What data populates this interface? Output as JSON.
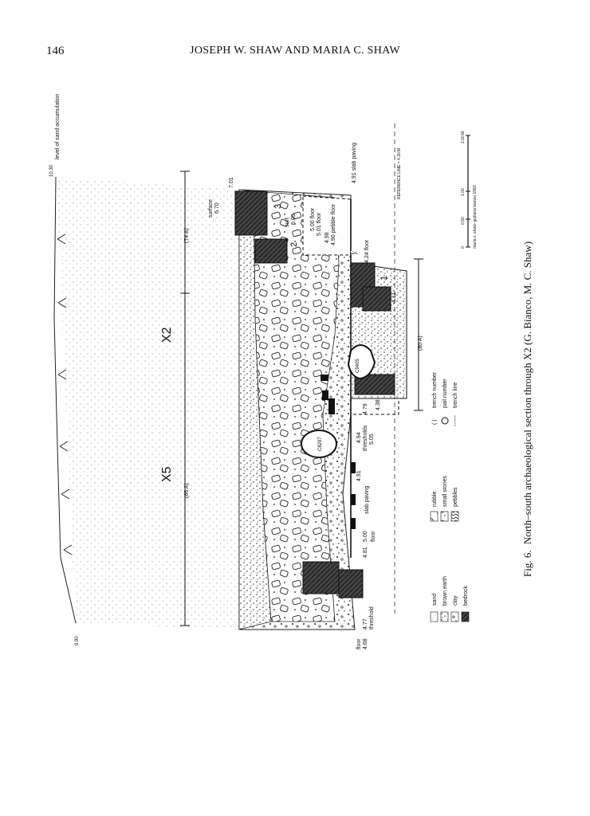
{
  "header": {
    "page_number": "146",
    "running_head": "JOSEPH W. SHAW AND MARIA C. SHAW"
  },
  "figure": {
    "caption_label": "Fig. 6.",
    "caption_text": "North–south archaeological section through X2 (G. Bianco, M. C. Shaw)",
    "area_labels": {
      "x2": "X2",
      "x5": "X5"
    },
    "dims": {
      "d74": "(74 A)",
      "d66": "(66 A)",
      "d80": "(80 A)"
    },
    "sand_level": {
      "top_value": "10.30",
      "top_text": "level of sand accumulation",
      "bottom_value": "9.90"
    },
    "annotations": {
      "slab_paving_top": "4.91 slab paving",
      "surface": "surface",
      "surface_val": "6.70",
      "surface_top": "7.01",
      "surf": "surf.",
      "surf_val": "6.05",
      "floor_a": "5.00 floor",
      "floor_b": "5.01 floor",
      "val_498": "4.98",
      "pebble_floor": "4.90 pebble floor",
      "floor_424": "4.24 floor",
      "val_411": "4.11",
      "val_479": "4.79",
      "val_438": "4.38",
      "thresholds": "thresholds",
      "val_494": "4.94",
      "val_505": "5.05",
      "val_491": "4.91",
      "slab_paving": "slab paving",
      "val_500": "5.00",
      "floor_word": "floor",
      "val_481": "4.81",
      "threshold": "threshold",
      "val_477": "4.77",
      "floor_bottom": "floor",
      "val_468": "4.68",
      "c9405": "C9405",
      "c8297": "C8297",
      "trench_1": "1",
      "trench_2": "2",
      "trench_3": "3",
      "reference_line": "REFERENCE LINE = 4.30 M"
    },
    "legend": {
      "col1": [
        "sand",
        "brown earth",
        "clay",
        "bedrock"
      ],
      "col2": [
        "rubble",
        "small stones",
        "pebbles"
      ],
      "col3": [
        "trench number",
        "pail number",
        "trench line"
      ],
      "col3_symbols": [
        "( )",
        "○",
        "------"
      ]
    },
    "scale": {
      "ticks": [
        "0",
        "0.50",
        "1.00",
        "2.00 M."
      ],
      "credit": "maria c. shaw–giuliana bianco 1993"
    }
  }
}
